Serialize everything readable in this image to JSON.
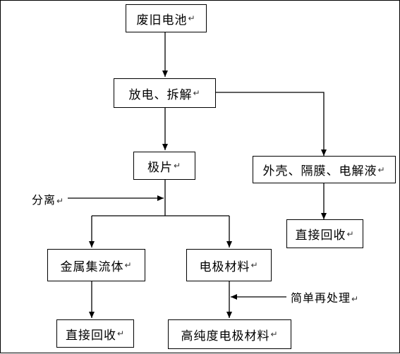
{
  "nodes": {
    "battery": "废旧电池",
    "discharge": "放电、拆解",
    "electrode": "极片",
    "casing": "外壳、隔膜、电解液",
    "casing_recycle": "直接回收",
    "collector": "金属集流体",
    "material": "电极材料",
    "collector_recycle": "直接回收",
    "pure_material": "高纯度电极材料"
  },
  "labels": {
    "separation": "分离",
    "reprocess": "简单再处理"
  },
  "para_mark": "↵"
}
